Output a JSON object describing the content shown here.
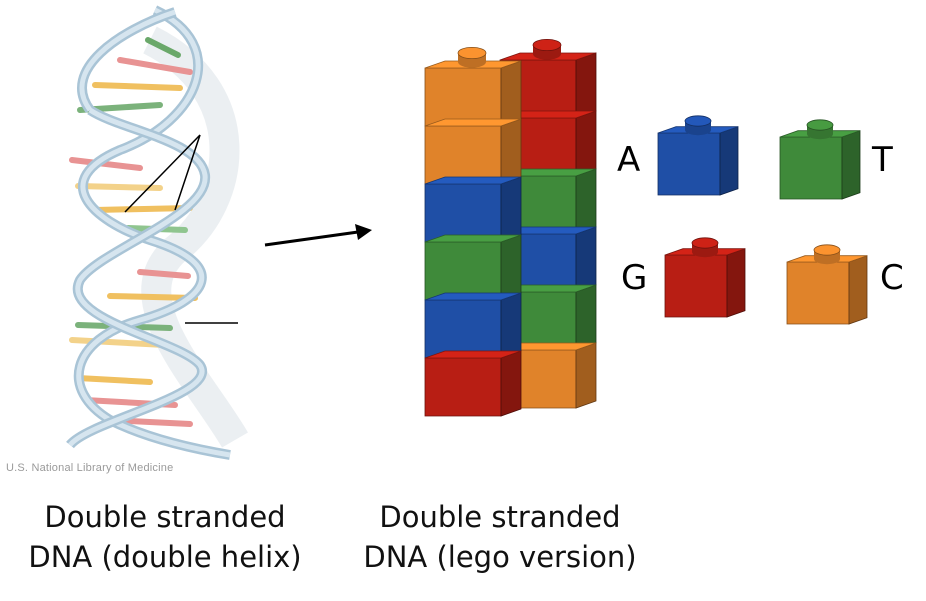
{
  "credit": "U.S. National Library of Medicine",
  "captions": {
    "left_line1": "Double stranded",
    "left_line2": "DNA (double helix)",
    "right_line1": "Double stranded",
    "right_line2": "DNA (lego version)"
  },
  "colors": {
    "orange": "#e0832a",
    "red": "#b81e14",
    "blue": "#1f4fa6",
    "green": "#3f8a3a",
    "helix": "#c9dbe7"
  },
  "lego_stack": {
    "left_column": [
      "orange",
      "orange",
      "blue",
      "green",
      "blue",
      "red"
    ],
    "right_column": [
      "red",
      "red",
      "green",
      "blue",
      "green",
      "orange"
    ]
  },
  "key": [
    {
      "letter": "A",
      "color": "blue"
    },
    {
      "letter": "T",
      "color": "green"
    },
    {
      "letter": "G",
      "color": "red"
    },
    {
      "letter": "C",
      "color": "orange"
    }
  ]
}
